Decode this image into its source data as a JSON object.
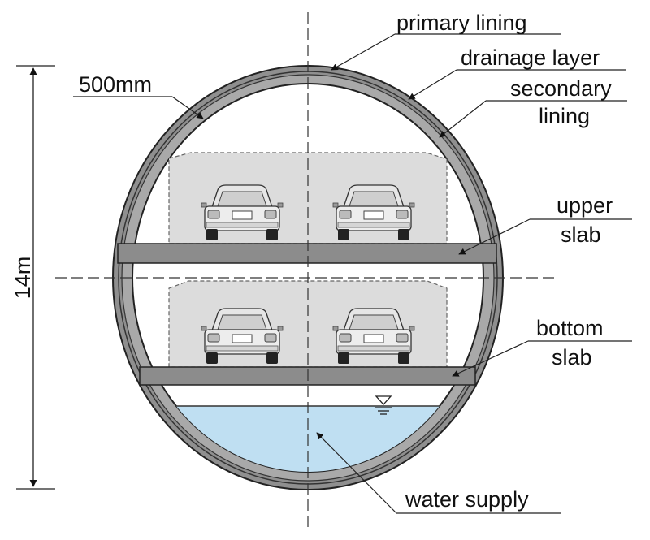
{
  "labels": {
    "primary_lining": "primary lining",
    "drainage_layer": "drainage layer",
    "secondary_lining_1": "secondary",
    "secondary_lining_2": "lining",
    "thickness": "500mm",
    "upper_slab_1": "upper",
    "upper_slab_2": "slab",
    "bottom_slab_1": "bottom",
    "bottom_slab_2": "slab",
    "water_supply": "water supply",
    "diameter": "14m"
  },
  "colors": {
    "lining_outer": "#8f8f8f",
    "lining_inner": "#a9a9a9",
    "slab": "#8c8c8c",
    "traffic_zone": "#dcdcdc",
    "water": "#bfdff2",
    "line": "#1a1a1a"
  }
}
